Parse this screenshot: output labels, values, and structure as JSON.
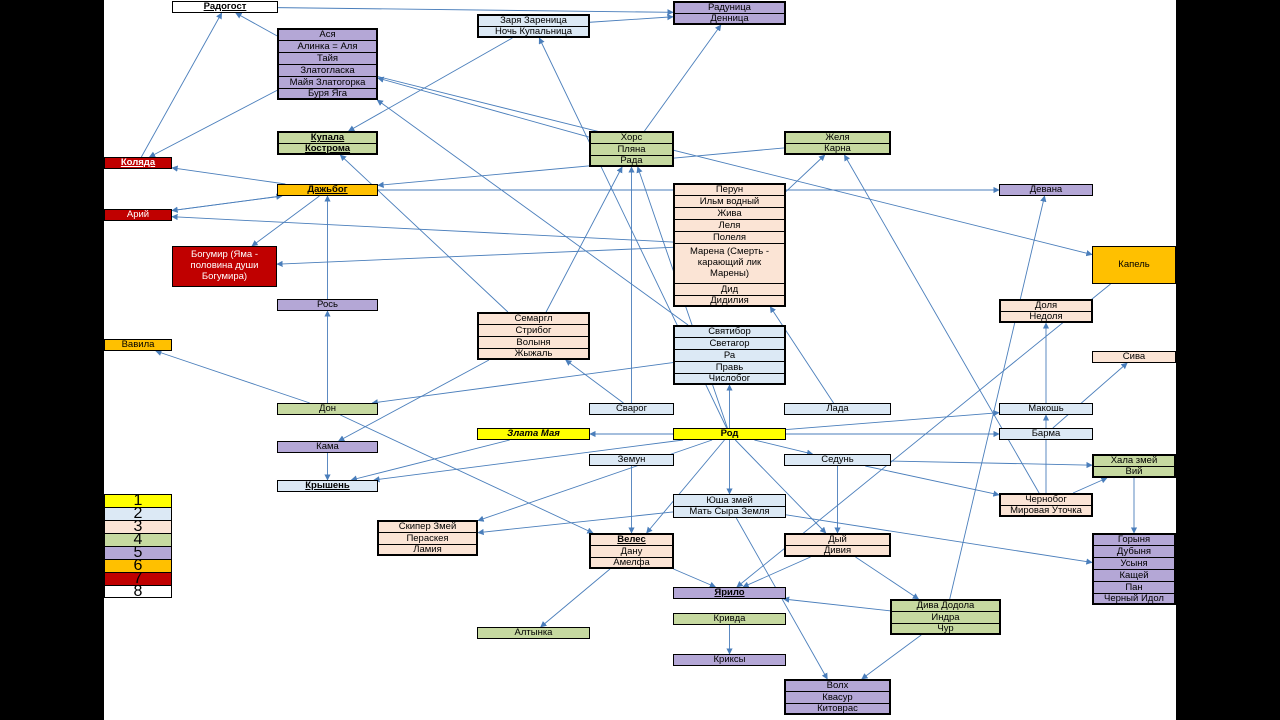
{
  "colors": {
    "1": "#ffff00",
    "2": "#dce9f5",
    "3": "#fbe4d5",
    "4": "#c6d9a0",
    "5": "#b4a7d6",
    "6": "#ffc000",
    "7": "#c00000",
    "8": "#ffffff"
  },
  "legend": [
    "1",
    "2",
    "3",
    "4",
    "5",
    "6",
    "7",
    "8"
  ],
  "nodes": {
    "radogost": {
      "lines": [
        "Радогост"
      ]
    },
    "zarya": {
      "lines": [
        "Заря Зареница",
        "Ночь Купальница"
      ]
    },
    "radunica": {
      "lines": [
        "Радуница",
        "Денница"
      ]
    },
    "asya": {
      "lines": [
        "Ася",
        "Алинка = Аля",
        "Тайя",
        "Златогласка",
        "Майя Златогорка",
        "Буря Яга"
      ]
    },
    "kupala": {
      "lines": [
        "Купала",
        "Кострома"
      ]
    },
    "hors": {
      "lines": [
        "Хорс",
        "Пляна",
        "Рада"
      ]
    },
    "zhelya": {
      "lines": [
        "Желя",
        "Карна"
      ]
    },
    "kolyada": {
      "lines": [
        "Коляда"
      ]
    },
    "dazhbog": {
      "lines": [
        "Дажьбог"
      ]
    },
    "perun": {
      "lines": [
        "Перун",
        "Ильм водный",
        "Жива",
        "Леля",
        "Полеля",
        "Марена (Смерть - карающий лик Марены)",
        "Дид",
        "Дидилия"
      ]
    },
    "devana": {
      "lines": [
        "Девана"
      ]
    },
    "ariy": {
      "lines": [
        "Арий"
      ]
    },
    "bogumir": {
      "lines": [
        "Богумир (Яма - половина души Богумира)"
      ]
    },
    "kapel": {
      "lines": [
        "Капель"
      ]
    },
    "ros": {
      "lines": [
        "Рось"
      ]
    },
    "semargl": {
      "lines": [
        "Семаргл",
        "Стрибог",
        "Волыня",
        "Жыжаль"
      ]
    },
    "svyatibor": {
      "lines": [
        "Святибор",
        "Светагор",
        "Ра",
        "Правь",
        "Числобог"
      ]
    },
    "dolya": {
      "lines": [
        "Доля",
        "Недоля"
      ]
    },
    "vavila": {
      "lines": [
        "Вавила"
      ]
    },
    "siva": {
      "lines": [
        "Сива"
      ]
    },
    "don": {
      "lines": [
        "Дон"
      ]
    },
    "svarog": {
      "lines": [
        "Сварог"
      ]
    },
    "lada": {
      "lines": [
        "Лада"
      ]
    },
    "makosh": {
      "lines": [
        "Макошь"
      ]
    },
    "zlata": {
      "lines": [
        "Злата Мая"
      ]
    },
    "rod": {
      "lines": [
        "Род"
      ]
    },
    "barma": {
      "lines": [
        "Барма"
      ]
    },
    "kama": {
      "lines": [
        "Кама"
      ]
    },
    "zemun": {
      "lines": [
        "Земун"
      ]
    },
    "sedun": {
      "lines": [
        "Седунь"
      ]
    },
    "hala": {
      "lines": [
        "Хала змей",
        "Вий"
      ]
    },
    "kryshen": {
      "lines": [
        "Крышень"
      ]
    },
    "yusha": {
      "lines": [
        "Юша змей",
        "Мать Сыра Земля"
      ]
    },
    "chernobog": {
      "lines": [
        "Чернобог",
        "Мировая Уточка"
      ]
    },
    "skiper": {
      "lines": [
        "Скипер Змей",
        "Пераскея",
        "Ламия"
      ]
    },
    "veles": {
      "lines": [
        "Велес",
        "Дану",
        "Амелфа"
      ]
    },
    "dyy": {
      "lines": [
        "Дый",
        "Дивия"
      ]
    },
    "gorynya": {
      "lines": [
        "Горыня",
        "Дубыня",
        "Усыня",
        "Кащей",
        "Пан",
        "Черный Идол"
      ]
    },
    "yarilo": {
      "lines": [
        "Ярило"
      ]
    },
    "diva": {
      "lines": [
        "Дива Додола",
        "Индра",
        "Чур"
      ]
    },
    "krivda": {
      "lines": [
        "Кривда"
      ]
    },
    "altynka": {
      "lines": [
        "Алтынка"
      ]
    },
    "kriksy": {
      "lines": [
        "Криксы"
      ]
    },
    "volh": {
      "lines": [
        "Волх",
        "Квасур",
        "Китоврас"
      ]
    }
  },
  "edges": [
    [
      "asya",
      "radogost"
    ],
    [
      "radogost",
      "radunica"
    ],
    [
      "zarya",
      "radunica"
    ],
    [
      "asya",
      "kolyada"
    ],
    [
      "kolyada",
      "radogost"
    ],
    [
      "dazhbog",
      "kolyada"
    ],
    [
      "dazhbog",
      "ariy"
    ],
    [
      "asya",
      "kapel"
    ],
    [
      "perun",
      "ariy"
    ],
    [
      "dazhbog",
      "bogumir"
    ],
    [
      "perun",
      "bogumir"
    ],
    [
      "hors",
      "radunica"
    ],
    [
      "hors",
      "asya"
    ],
    [
      "zarya",
      "kupala"
    ],
    [
      "ros",
      "dazhbog"
    ],
    [
      "don",
      "ros"
    ],
    [
      "don",
      "vavila"
    ],
    [
      "svyatibor",
      "don"
    ],
    [
      "svarog",
      "semargl"
    ],
    [
      "svarog",
      "hors"
    ],
    [
      "semargl",
      "hors"
    ],
    [
      "rod",
      "hors"
    ],
    [
      "rod",
      "zarya"
    ],
    [
      "semargl",
      "kupala"
    ],
    [
      "svyatibor",
      "asya"
    ],
    [
      "rod",
      "svyatibor"
    ],
    [
      "lada",
      "perun"
    ],
    [
      "rod",
      "zlata"
    ],
    [
      "zlata",
      "kryshen"
    ],
    [
      "kama",
      "kryshen"
    ],
    [
      "rod",
      "kryshen"
    ],
    [
      "rod",
      "barma"
    ],
    [
      "rod",
      "sedun"
    ],
    [
      "sedun",
      "hala"
    ],
    [
      "barma",
      "siva"
    ],
    [
      "makosh",
      "dolya"
    ],
    [
      "chernobog",
      "makosh"
    ],
    [
      "chernobog",
      "hala"
    ],
    [
      "hala",
      "gorynya"
    ],
    [
      "chernobog",
      "zhelya"
    ],
    [
      "sedun",
      "chernobog"
    ],
    [
      "rod",
      "makosh"
    ],
    [
      "rod",
      "veles"
    ],
    [
      "zemun",
      "veles"
    ],
    [
      "rod",
      "skiper"
    ],
    [
      "yusha",
      "skiper"
    ],
    [
      "yusha",
      "gorynya"
    ],
    [
      "rod",
      "dyy"
    ],
    [
      "rod",
      "yusha"
    ],
    [
      "don",
      "veles"
    ],
    [
      "veles",
      "yarilo"
    ],
    [
      "veles",
      "altynka"
    ],
    [
      "dyy",
      "yarilo"
    ],
    [
      "diva",
      "yarilo"
    ],
    [
      "dyy",
      "diva"
    ],
    [
      "diva",
      "devana"
    ],
    [
      "diva",
      "volh"
    ],
    [
      "yusha",
      "volh"
    ],
    [
      "krivda",
      "kriksy"
    ],
    [
      "kapel",
      "yarilo"
    ],
    [
      "perun",
      "zhelya"
    ],
    [
      "semargl",
      "kama"
    ],
    [
      "ariy",
      "dazhbog"
    ],
    [
      "dazhbog",
      "devana"
    ],
    [
      "zhelya",
      "dazhbog"
    ],
    [
      "sedun",
      "dyy"
    ]
  ]
}
